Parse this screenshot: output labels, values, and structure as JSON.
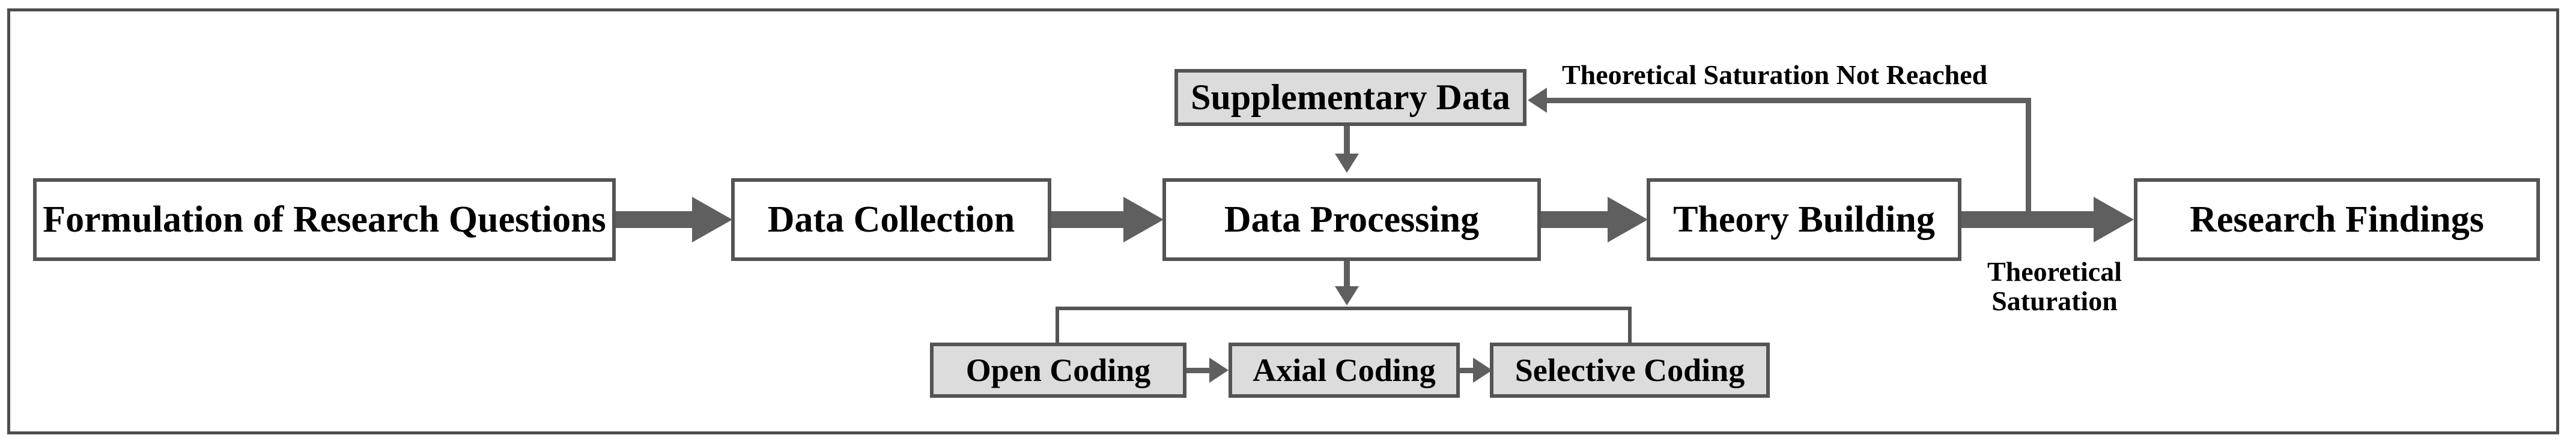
{
  "diagram": {
    "main_flow": [
      "Formulation of Research Questions",
      "Data Collection",
      "Data Processing",
      "Theory Building",
      "Research Findings"
    ],
    "supplementary_box": "Supplementary Data",
    "coding_flow": [
      "Open Coding",
      "Axial Coding",
      "Selective Coding"
    ],
    "labels": {
      "feedback": "Theoretical Saturation Not Reached",
      "saturation_line1": "Theoretical",
      "saturation_line2": "Saturation"
    },
    "colors": {
      "border_line": "#545454",
      "arrow": "#5f5f5f",
      "gray_box_fill": "#dcdcdc",
      "white_box_fill": "#ffffff",
      "text": "#000000"
    }
  }
}
